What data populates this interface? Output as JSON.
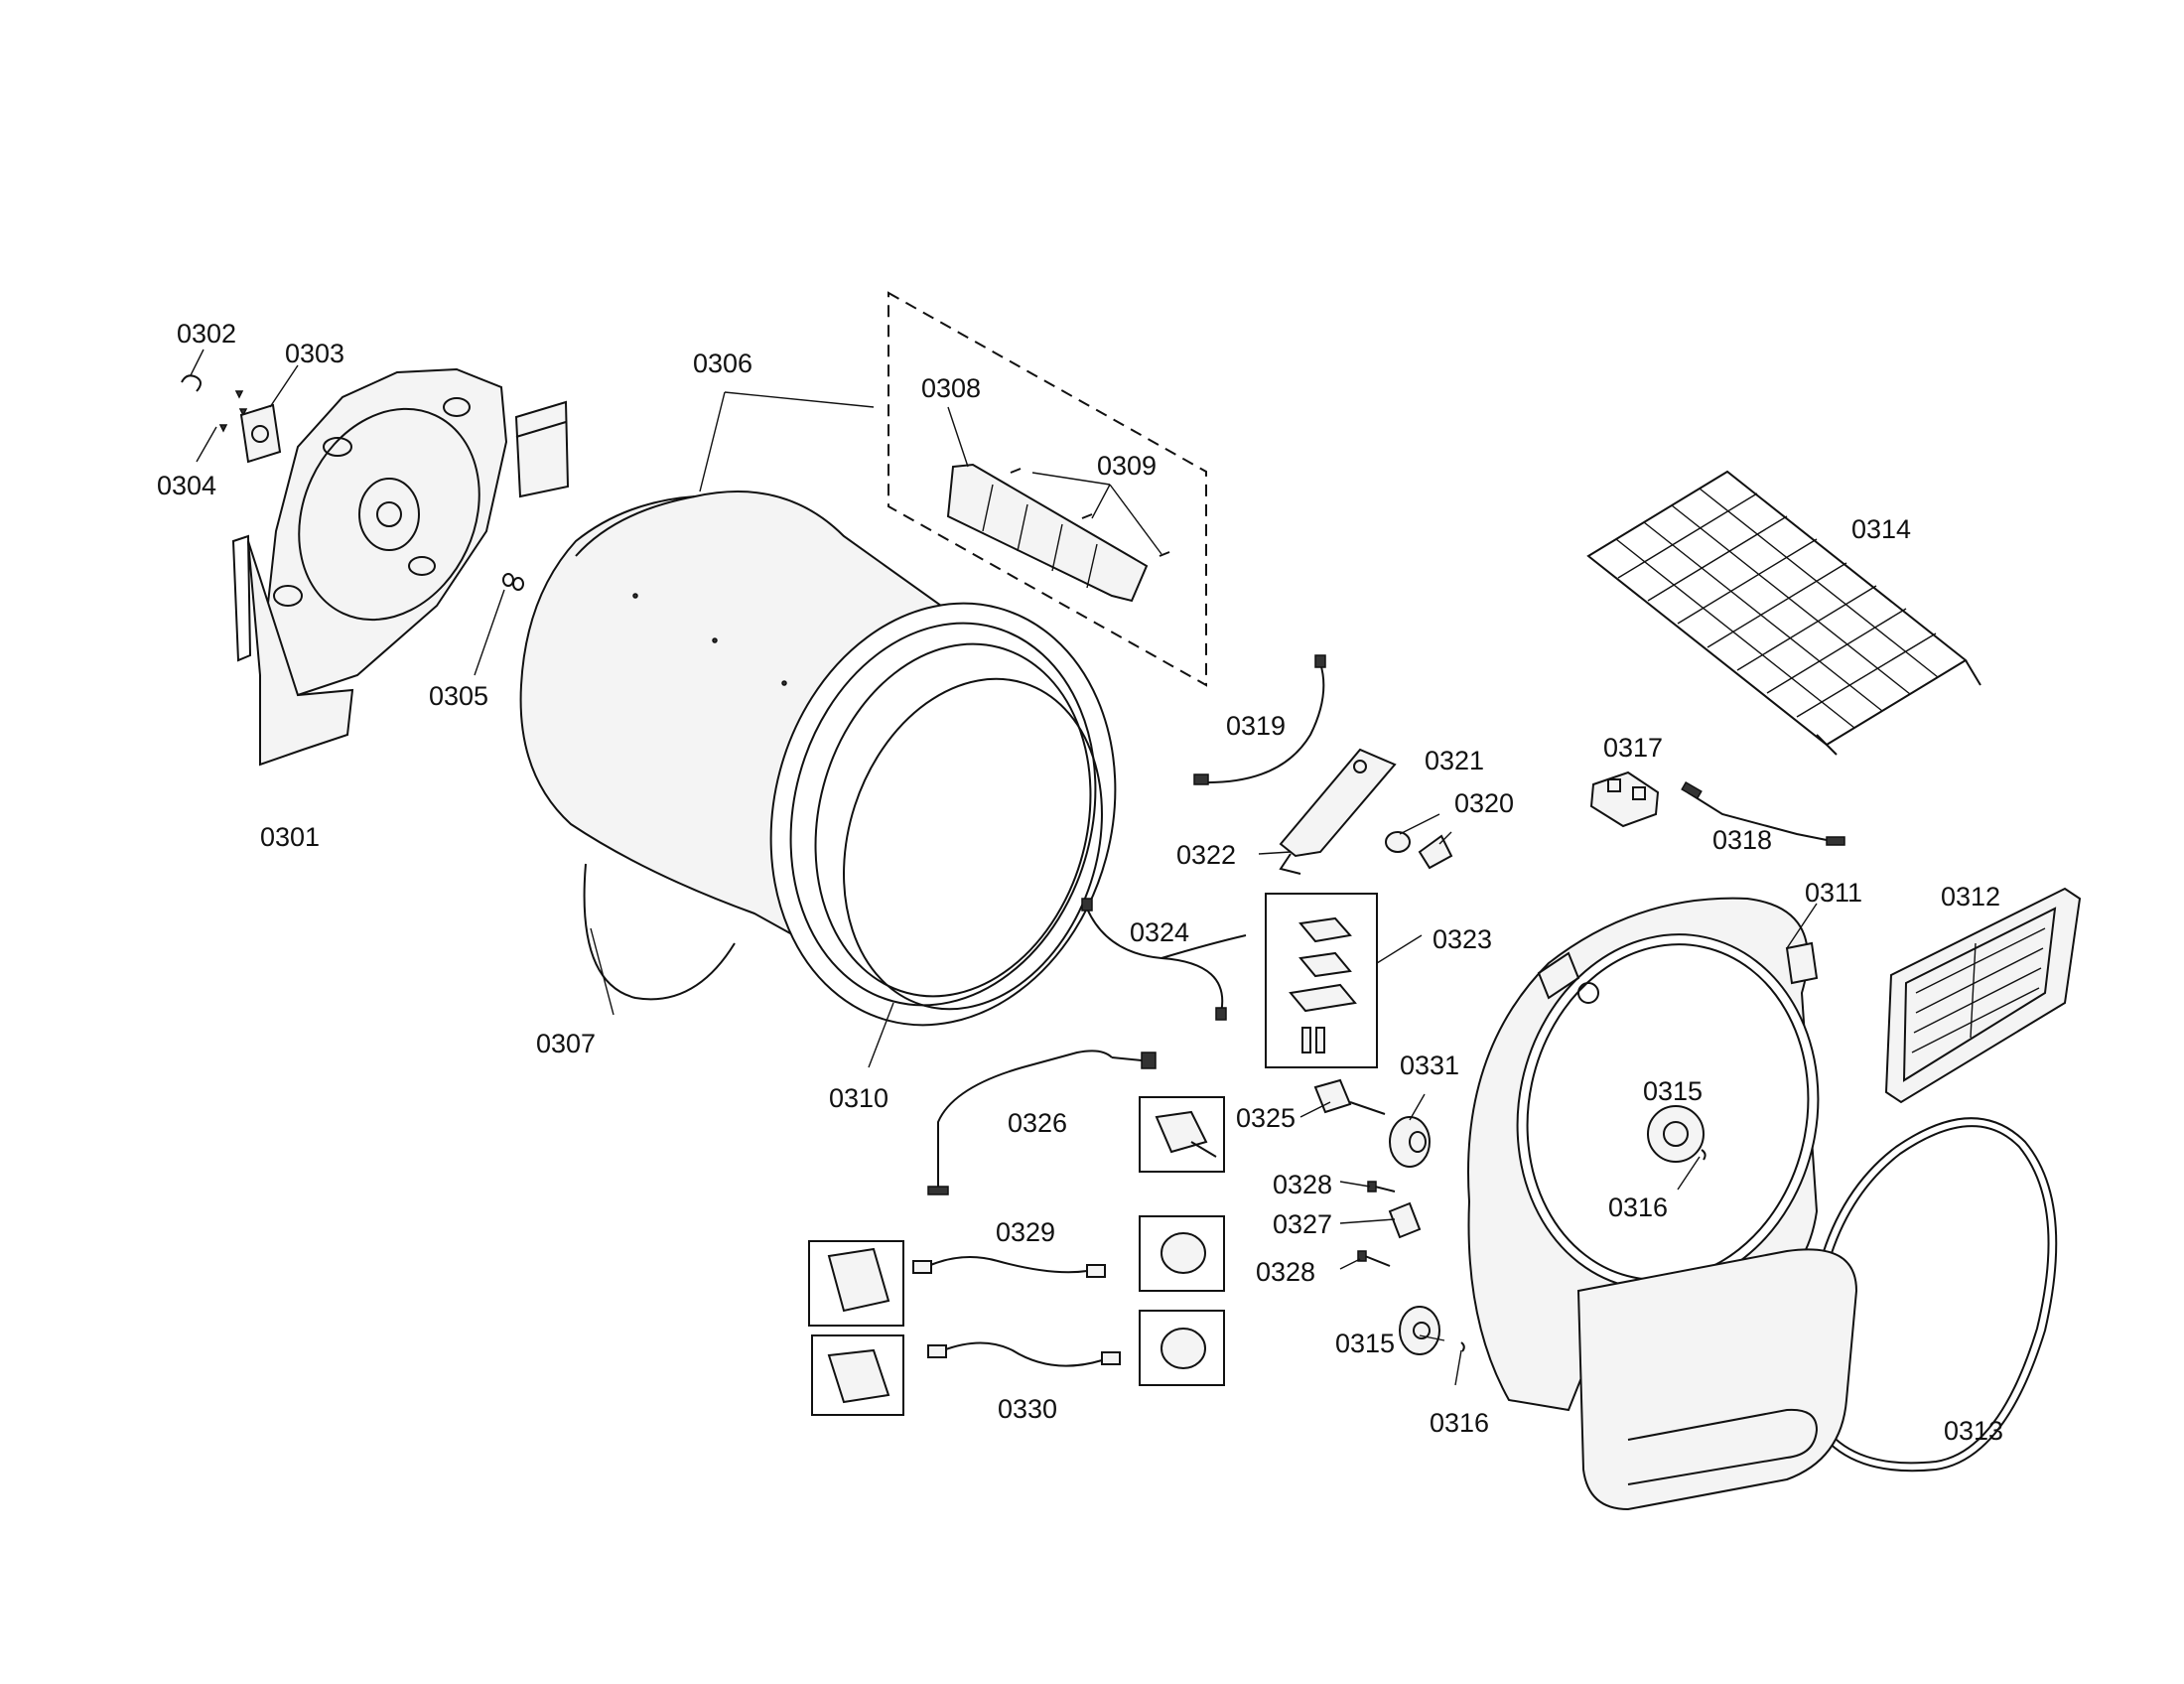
{
  "labels": {
    "p0301": "0301",
    "p0302": "0302",
    "p0303": "0303",
    "p0304": "0304",
    "p0305": "0305",
    "p0306": "0306",
    "p0307": "0307",
    "p0308": "0308",
    "p0309": "0309",
    "p0310": "0310",
    "p0311": "0311",
    "p0312": "0312",
    "p0313": "0313",
    "p0314": "0314",
    "p0315a": "0315",
    "p0315b": "0315",
    "p0316a": "0316",
    "p0316b": "0316",
    "p0317": "0317",
    "p0318": "0318",
    "p0319": "0319",
    "p0320": "0320",
    "p0321": "0321",
    "p0322": "0322",
    "p0323": "0323",
    "p0324": "0324",
    "p0325": "0325",
    "p0326": "0326",
    "p0327": "0327",
    "p0328a": "0328",
    "p0328b": "0328",
    "p0329": "0329",
    "p0330": "0330",
    "p0331": "0331"
  }
}
